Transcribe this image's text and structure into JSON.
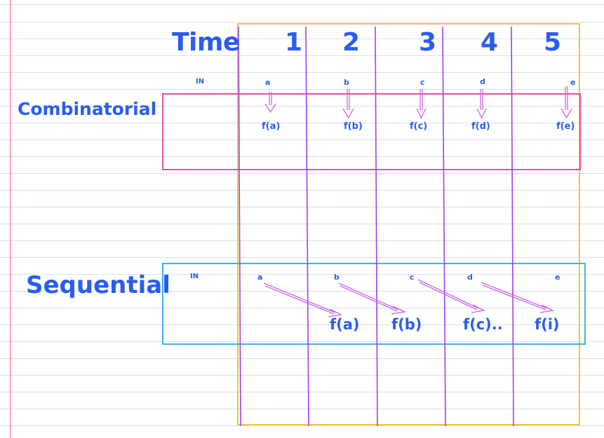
{
  "header": {
    "time_label": "Time",
    "time_steps": [
      "1",
      "2",
      "3",
      "4",
      "5"
    ]
  },
  "combinatorial": {
    "label": "Combinatorial",
    "in_label": "IN",
    "inputs": [
      "a",
      "b",
      "c",
      "d",
      "e"
    ],
    "outputs": [
      "f(a)",
      "f(b)",
      "f(c)",
      "f(d)",
      "f(e)"
    ],
    "box_color": "#ec4fa8"
  },
  "sequential": {
    "label": "Sequential",
    "in_label": "IN",
    "inputs": [
      "a",
      "b",
      "c",
      "d",
      "e"
    ],
    "outputs": [
      "f(a)",
      "f(b)",
      "f(c)..",
      "f(i)"
    ],
    "box_color": "#3bb3e6"
  },
  "colors": {
    "text": "#2a5cf0",
    "time_frame": "#f5c23b",
    "column_lines": "#a23ff0",
    "arrows": "#c965e8",
    "margin_line": "#f3a6bf",
    "ruled_lines": "#d7dff1"
  }
}
